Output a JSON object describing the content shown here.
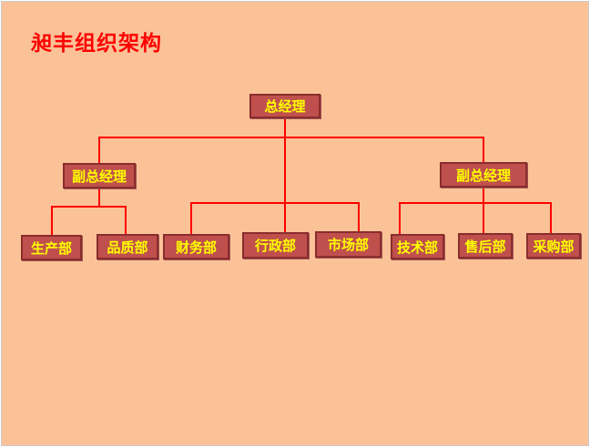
{
  "title": "昶丰组织架构",
  "colors": {
    "background": "#fbc297",
    "title": "#ff0000",
    "box_fill": "#c0504d",
    "box_text": "#ffff00",
    "connector": "#ff0000"
  },
  "org": {
    "top": "总经理",
    "left_deputy": "副总经理",
    "right_deputy": "副总经理",
    "departments": {
      "production": "生产部",
      "quality": "品质部",
      "finance": "财务部",
      "admin": "行政部",
      "marketing": "市场部",
      "technology": "技术部",
      "after_sales": "售后部",
      "purchasing": "采购部"
    }
  }
}
